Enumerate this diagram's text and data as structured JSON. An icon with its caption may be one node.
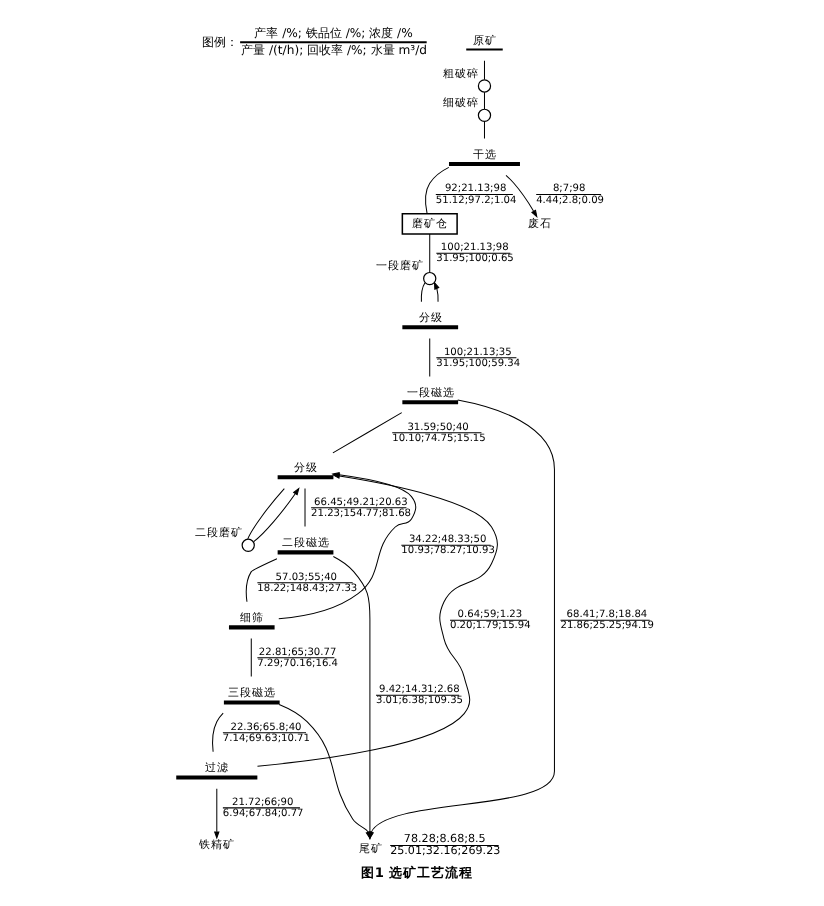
{
  "diagram": {
    "caption": "图1 选矿工艺流程",
    "nodes": [
      {
        "text": [
          "原矿"
        ]
      },
      {
        "text": [],
        "shape": "circle",
        "beside": [
          "粗破碎"
        ]
      },
      {
        "text": [],
        "shape": "circle",
        "beside": [
          "细破碎"
        ]
      },
      {
        "text": [
          "干选"
        ]
      },
      {
        "text": [
          "磨矿仓"
        ]
      },
      {
        "text": [
          "废石"
        ]
      },
      {
        "text": [],
        "shape": "circle",
        "beside": [
          "一段磨矿"
        ]
      },
      {
        "text": [
          "分级"
        ]
      },
      {
        "text": [
          "一段磁选"
        ]
      },
      {
        "text": [
          "分级"
        ]
      },
      {
        "text": [],
        "shape": "circle",
        "beside": [
          "二段磨矿"
        ]
      },
      {
        "text": [
          "二段磁选"
        ]
      },
      {
        "text": [
          "细筛"
        ]
      },
      {
        "text": [
          "三段磁选"
        ]
      },
      {
        "text": [
          "过滤"
        ]
      },
      {
        "text": [
          "铁精矿"
        ]
      },
      {
        "text": [
          "尾矿"
        ],
        "beside": [
          "78.28;8.68;8.5",
          "25.01;32.16;269.23"
        ]
      }
    ],
    "edges": [
      {
        "from": 0,
        "to": 1,
        "arrow": "none"
      },
      {
        "from": 1,
        "to": 2,
        "arrow": "none"
      },
      {
        "from": 2,
        "to": 3,
        "arrow": "none"
      },
      {
        "from": 3,
        "to": 4,
        "arrow": "none",
        "label": "92;21.13;98 51.12;97.2;1.04"
      },
      {
        "from": 3,
        "to": 5,
        "arrow": "to",
        "label": "8;7;98 4.44;2.8;0.09"
      },
      {
        "from": 4,
        "to": 6,
        "arrow": "none",
        "label": "100;21.13;98 31.95;100;0.65"
      },
      {
        "from": 6,
        "to": 7,
        "arrow": "none"
      },
      {
        "from": 7,
        "to": 6,
        "arrow": "to"
      },
      {
        "from": 7,
        "to": 8,
        "arrow": "none",
        "label": "100;21.13;35 31.95;100;59.34"
      },
      {
        "from": 8,
        "to": 9,
        "arrow": "none",
        "label": "31.59;50;40 10.10;74.75;15.15"
      },
      {
        "from": 8,
        "to": 16,
        "arrow": "to",
        "label": "68.41;7.8;18.84 21.86;25.25;94.19"
      },
      {
        "from": 9,
        "to": 10,
        "arrow": "none"
      },
      {
        "from": 10,
        "to": 9,
        "arrow": "to"
      },
      {
        "from": 9,
        "to": 11,
        "arrow": "none",
        "label": "66.45;49.21;20.63 21.23;154.77;81.68"
      },
      {
        "from": 11,
        "to": 12,
        "arrow": "none",
        "label": "57.03;55;40 18.22;148.43;27.33"
      },
      {
        "from": 11,
        "to": 16,
        "arrow": "to",
        "label": "9.42;14.31;2.68 3.01;6.38;109.35"
      },
      {
        "from": 12,
        "to": 9,
        "arrow": "to",
        "label": "34.22;48.33;50 10.93;78.27;10.93"
      },
      {
        "from": 12,
        "to": 13,
        "arrow": "none",
        "label": "22.81;65;30.77 7.29;70.16;16.4"
      },
      {
        "from": 13,
        "to": 14,
        "arrow": "none",
        "label": "22.36;65.8;40 7.14;69.63;10.71"
      },
      {
        "from": 13,
        "to": 16,
        "arrow": "to"
      },
      {
        "from": 14,
        "to": 15,
        "arrow": "to",
        "label": "21.72;66;90 6.94;67.84;0.77"
      },
      {
        "from": 14,
        "to": 9,
        "arrow": "to",
        "label": "0.64;59;1.23 0.20;1.79;15.94"
      }
    ],
    "labels": [
      "图例：",
      "产率 /%; 铁品位 /%; 浓度 /%",
      "产量 /(t/h); 回收率 /%; 水量 m³/d"
    ]
  }
}
